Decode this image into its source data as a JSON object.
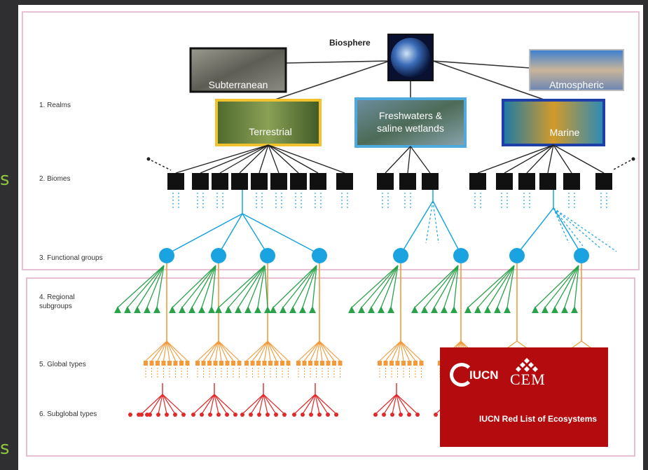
{
  "side_letters": [
    "s",
    "s"
  ],
  "diagram": {
    "root": "Biosphere",
    "levels": [
      "1. Realms",
      "2. Biomes",
      "3. Functional groups",
      "4. Regional\nsubgroups",
      "5. Global types",
      "6. Subglobal types"
    ],
    "realms": {
      "subterranean": "Subterranean",
      "atmospheric": "Atmospheric",
      "terrestrial": "Terrestrial",
      "freshwaters": "Freshwaters &\nsaline wetlands",
      "marine": "Marine"
    }
  },
  "logo": {
    "iucn": "IUCN",
    "cem": "CEM",
    "caption": "IUCN Red List of Ecosystems"
  },
  "colors": {
    "terrestrial_border": "#f2c12e",
    "freshwater_border": "#4ea9dd",
    "marine_border": "#1f3fa8",
    "functional": "#1aa3e0",
    "regional": "#2aa24a",
    "global": "#f39a3b",
    "subglobal": "#e02a2a",
    "iucn_red": "#b30b0e",
    "side_text": "#8dc63f"
  }
}
